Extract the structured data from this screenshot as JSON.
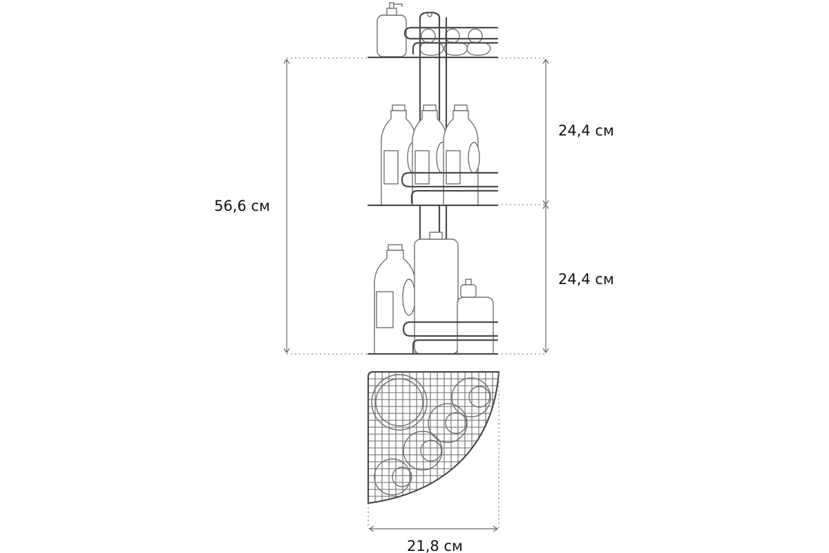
{
  "dimensions": {
    "total_height": "56,6 см",
    "upper_spacing": "24,4 см",
    "lower_spacing": "24,4 см",
    "depth": "21,8 см"
  }
}
